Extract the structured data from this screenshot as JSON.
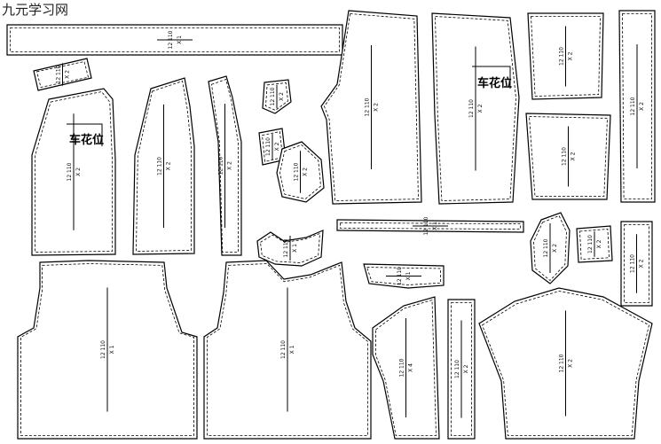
{
  "watermark": "九元学习网",
  "marks": {
    "embroidery_position": "车花位"
  },
  "pieces": [
    {
      "id": "long-strip",
      "size": "12 110",
      "count": "X 1"
    },
    {
      "id": "small-tab",
      "size": "12 110",
      "count": "X 2"
    },
    {
      "id": "front-left",
      "size": "12 110",
      "count": "X 2"
    },
    {
      "id": "front-lining",
      "size": "12 110",
      "count": "X 2"
    },
    {
      "id": "front-facing",
      "size": "12 110",
      "count": "X 2"
    },
    {
      "id": "pocket-flap",
      "size": "12 110",
      "count": "X 2"
    },
    {
      "id": "pocket-small",
      "size": "12 110",
      "count": "X 2"
    },
    {
      "id": "pocket-round",
      "size": "12 110",
      "count": "X 2"
    },
    {
      "id": "pants-front",
      "size": "12 110",
      "count": "X 2"
    },
    {
      "id": "pants-back",
      "size": "12 110",
      "count": "X 2"
    },
    {
      "id": "pocket-top",
      "size": "12 110",
      "count": "X 2"
    },
    {
      "id": "pocket-lower",
      "size": "12 110",
      "count": "X 2"
    },
    {
      "id": "side-strip",
      "size": "12 110",
      "count": "X 2"
    },
    {
      "id": "waistband",
      "size": "12 110",
      "count": "X 1"
    },
    {
      "id": "collar",
      "size": "12 110",
      "count": "X 1"
    },
    {
      "id": "collar-band",
      "size": "12 110",
      "count": "X 1"
    },
    {
      "id": "round-patch",
      "size": "12 110",
      "count": "X 2"
    },
    {
      "id": "small-square",
      "size": "12 110",
      "count": "X 2"
    },
    {
      "id": "cuff-strip",
      "size": "12 110",
      "count": "X 2"
    },
    {
      "id": "back-body",
      "size": "12 110",
      "count": "X 1"
    },
    {
      "id": "front-body",
      "size": "12 110",
      "count": "X 1"
    },
    {
      "id": "sleeve-narrow",
      "size": "12 110",
      "count": "X 4"
    },
    {
      "id": "sleeve-strip",
      "size": "12 110",
      "count": "X 2"
    },
    {
      "id": "sleeve",
      "size": "12 110",
      "count": "X 2"
    }
  ]
}
